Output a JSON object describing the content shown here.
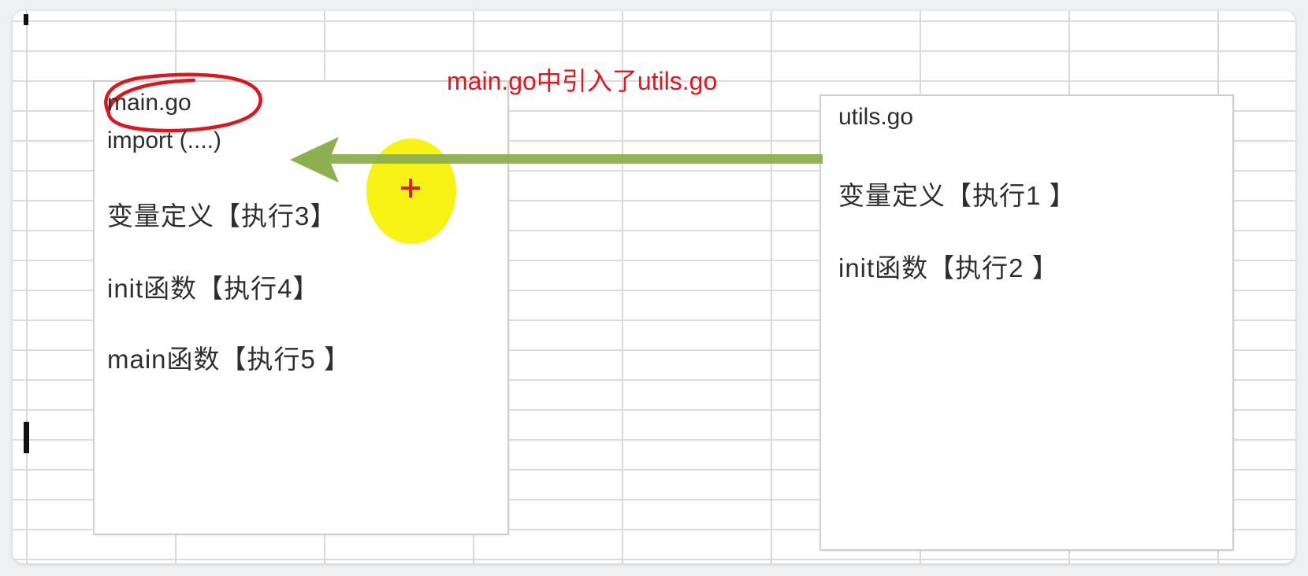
{
  "caption": "main.go中引入了utils.go",
  "main_box": {
    "title": "main.go",
    "import_line": "import (....)",
    "lines": [
      "变量定义【执行3】",
      "init函数【执行4】",
      "main函数【执行5 】"
    ]
  },
  "utils_box": {
    "title": "utils.go",
    "lines": [
      "变量定义【执行1 】",
      "init函数【执行2 】"
    ]
  },
  "colors": {
    "caption": "#e8141a",
    "arrow": "#8db04f",
    "highlight": "#f7f200",
    "circle": "#e0141d"
  },
  "icons": [
    "cursor-crosshair-icon",
    "arrow-left-icon"
  ]
}
